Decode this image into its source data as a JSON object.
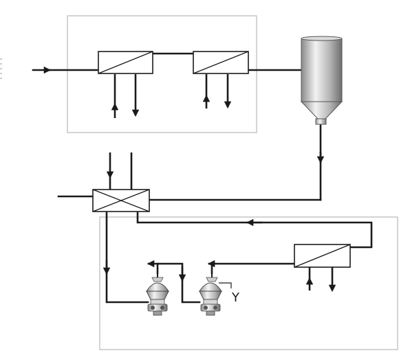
{
  "diagram": {
    "colors": {
      "line": "#1a1a1a",
      "frame": "#b8b8b8",
      "box_fill": "#ffffff",
      "metal_light": "#e6e6e6",
      "metal_mid": "#a9a9a9",
      "metal_dark": "#6e6e6e"
    },
    "equipment": [
      "heat-exchanger-1",
      "heat-exchanger-2",
      "storage-silo",
      "cross-flow-heat-exchanger",
      "separator-1",
      "separator-2",
      "heat-exchanger-3"
    ],
    "labels": {
      "outlet_mark": "Y"
    }
  }
}
